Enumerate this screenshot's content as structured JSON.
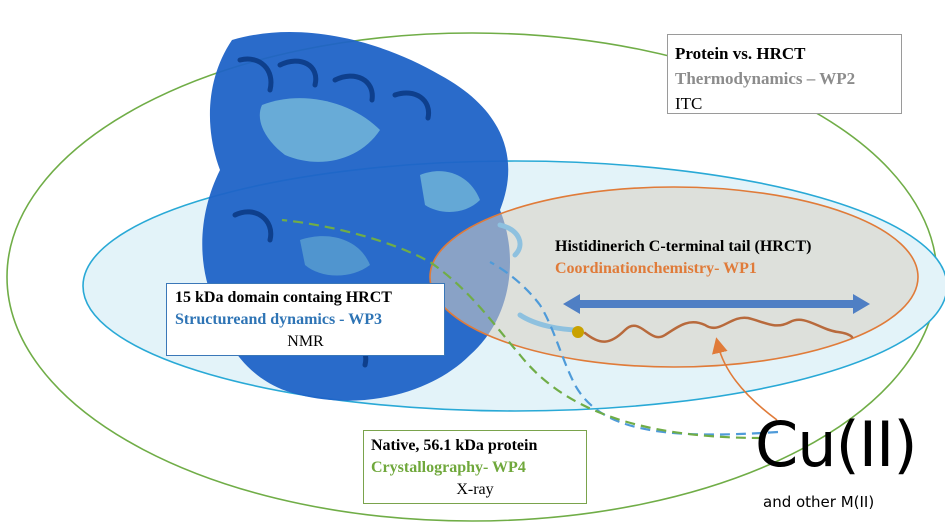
{
  "wp2": {
    "title": "Protein vs. HRCT",
    "subtitle": "Thermodynamics – WP2",
    "method": "ITC",
    "subtitle_color": "#8c8c8c"
  },
  "wp1": {
    "title": "Histidinerich C-terminal tail (HRCT)",
    "subtitle": "Coordinationchemistry- WP1",
    "subtitle_color": "#e07b39"
  },
  "wp3": {
    "title": "15 kDa domain containg HRCT",
    "subtitle": "Structureand dynamics - WP3",
    "method": "NMR",
    "subtitle_color": "#2e74b5"
  },
  "wp4": {
    "title": "Native, 56.1 kDa protein",
    "subtitle": "Crystallography- WP4",
    "method": "X-ray",
    "subtitle_color": "#70a83c"
  },
  "metal": {
    "label": "Cu(II)",
    "sublabel": "and other M(II)"
  },
  "colors": {
    "outer_ellipse": "#70ad47",
    "middle_ellipse": "#29a9d6",
    "inner_ellipse": "#e07b39",
    "arrow": "#4f7fc4",
    "protein": "#1f63c7",
    "tail": "#b86a3c"
  }
}
